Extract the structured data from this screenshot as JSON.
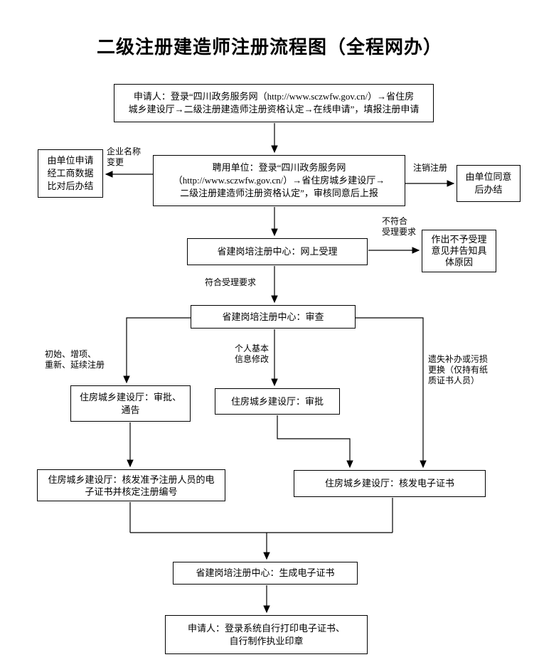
{
  "title": "二级注册建造师注册流程图（全程网办）",
  "nodes": {
    "applicant_apply": {
      "lines": [
        "申请人：登录“四川政务服务网（http://www.sczwfw.gov.cn/）→省住房",
        "城乡建设厅→二级注册建造师注册资格认定→在线申请”，填报注册申请"
      ]
    },
    "unit_apply_result": {
      "lines": [
        "由单位申请",
        "经工商数据",
        "比对后办结"
      ]
    },
    "employer_report": {
      "lines": [
        "聘用单位：登录“四川政务服务网",
        "（http://www.sczwfw.gov.cn/）→省住房城乡建设厅→",
        "二级注册建造师注册资格认定”，审核同意后上报"
      ]
    },
    "unit_agree_result": {
      "lines": [
        "由单位同意",
        "后办结"
      ]
    },
    "center_online_accept": {
      "lines": [
        "省建岗培注册中心：网上受理"
      ]
    },
    "reject_notice": {
      "lines": [
        "作出不予受理",
        "意见并告知具",
        "体原因"
      ]
    },
    "center_review": {
      "lines": [
        "省建岗培注册中心：审查"
      ]
    },
    "dept_approve_announce": {
      "lines": [
        "住房城乡建设厅：审批、",
        "通告"
      ]
    },
    "dept_approve": {
      "lines": [
        "住房城乡建设厅：审批"
      ]
    },
    "dept_issue_cert_number": {
      "lines": [
        "住房城乡建设厅：核发准予注册人员的电",
        "子证书并核定注册编号"
      ]
    },
    "dept_issue_ecert": {
      "lines": [
        "住房城乡建设厅：核发电子证书"
      ]
    },
    "center_generate_ecert": {
      "lines": [
        "省建岗培注册中心：生成电子证书"
      ]
    },
    "applicant_print": {
      "lines": [
        "申请人：登录系统自行打印电子证书、",
        "自行制作执业印章"
      ]
    }
  },
  "edge_labels": {
    "company_name_change": {
      "lines": [
        "企业名称",
        "变更"
      ]
    },
    "cancel_registration": {
      "lines": [
        "注销注册"
      ]
    },
    "not_meet_requirements": {
      "lines": [
        "不符合",
        "受理要求"
      ]
    },
    "meet_requirements": {
      "lines": [
        "符合受理要求"
      ]
    },
    "initial_add_renew": {
      "lines": [
        "初始、增项、",
        "重新、延续注册"
      ]
    },
    "personal_info_change": {
      "lines": [
        "个人基本",
        "信息修改"
      ]
    },
    "lost_or_damaged": {
      "lines": [
        "遗失补办或污损",
        "更换（仅持有纸",
        "质证书人员）"
      ]
    }
  },
  "colors": {
    "line": "#000000",
    "text": "#000000",
    "background": "#ffffff",
    "node_border": "#000000"
  }
}
